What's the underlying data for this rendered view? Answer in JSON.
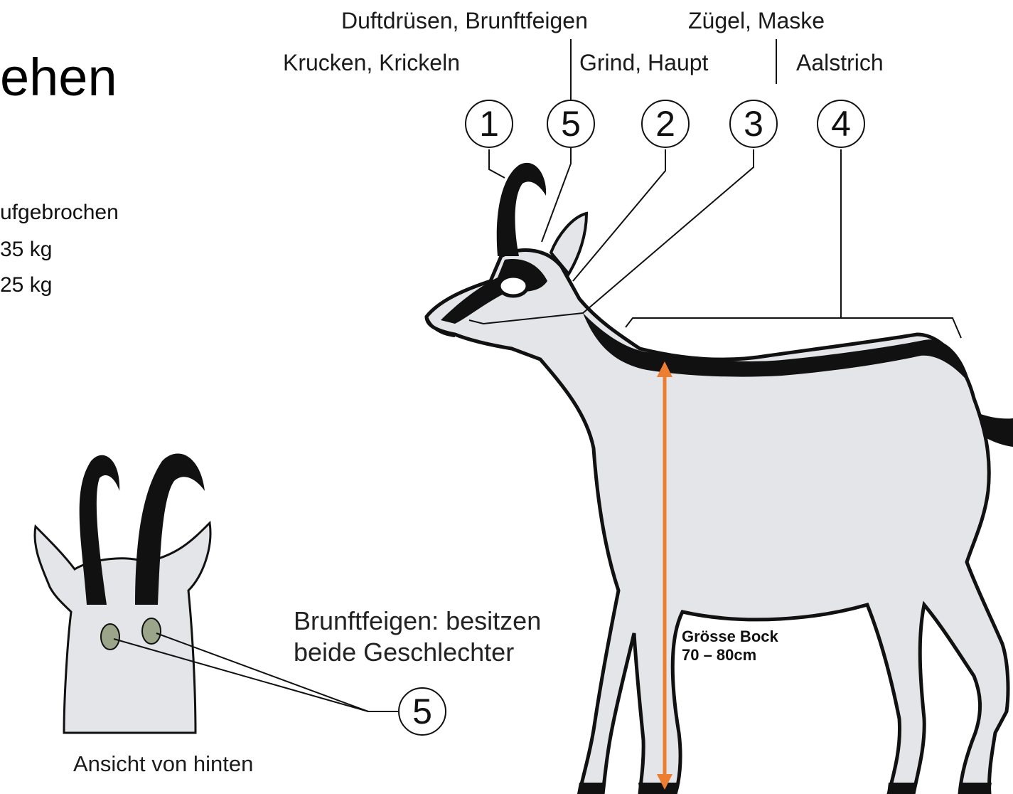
{
  "slide": {
    "title_fragment": "ehen",
    "weight_lines": [
      "ufgebrochen",
      "35 kg",
      "25 kg"
    ]
  },
  "labels": {
    "l1": "Krucken, Krickeln",
    "l5": "Duftdrüsen, Brunftfeigen",
    "l2": "Grind, Haupt",
    "l3": "Zügel, Maske",
    "l4": "Aalstrich"
  },
  "markers": [
    "1",
    "5",
    "2",
    "3",
    "4",
    "5"
  ],
  "note": {
    "line1": "Brunftfeigen: besitzen",
    "line2": "beide Geschlechter"
  },
  "size": {
    "line1": "Grösse Bock",
    "line2": "70 – 80cm"
  },
  "caption": "Ansicht von hinten",
  "colors": {
    "arrow": "#ED7D31",
    "body": "#e3e5e8",
    "outline": "#111111",
    "gland": "#9aa58a"
  }
}
